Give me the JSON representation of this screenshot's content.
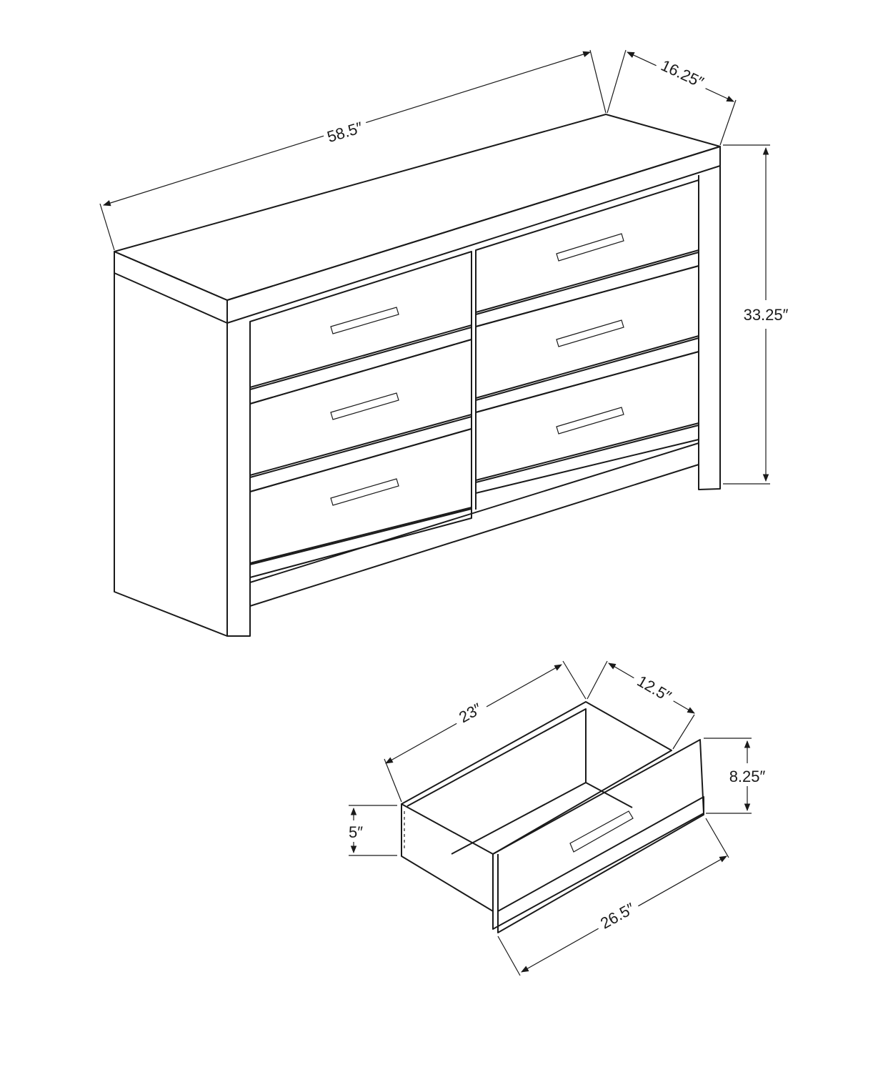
{
  "dresser": {
    "width": "58.5″",
    "depth": "16.25″",
    "height": "33.25″"
  },
  "drawer": {
    "inner_length": "23″",
    "inner_depth": "12.5″",
    "front_height": "8.25″",
    "side_height": "5″",
    "front_width": "26.5″"
  }
}
